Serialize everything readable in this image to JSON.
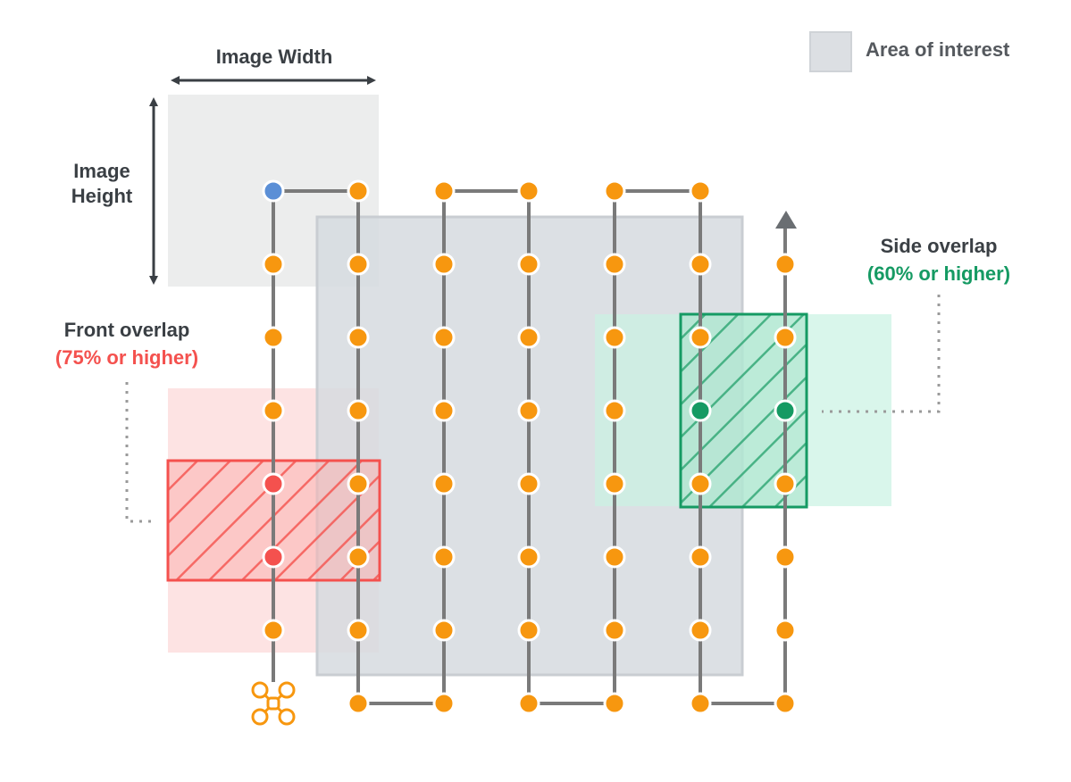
{
  "legend": {
    "label": "Area of interest",
    "swatch_color": "#dcdfe3"
  },
  "labels": {
    "image_width": "Image Width",
    "image_height_line1": "Image",
    "image_height_line2": "Height",
    "front_overlap_title": "Front overlap",
    "front_overlap_value": "(75% or higher)",
    "side_overlap_title": "Side overlap",
    "side_overlap_value": "(60% or higher)"
  },
  "colors": {
    "waypoint": "#f7970f",
    "start_waypoint": "#5b8fd6",
    "front_overlap": "#f4514e",
    "front_overlap_fill": "#fde3e3",
    "side_overlap": "#159a63",
    "side_overlap_fill": "#d6f5e9",
    "path": "#7a7a7a",
    "image_footprint": "#eceded",
    "area_of_interest": "#dcdfe3",
    "drone": "#f7970f"
  },
  "icons": [
    "drone-icon",
    "direction-arrow-icon"
  ],
  "flight_grid": {
    "columns": 7,
    "rows": 8,
    "start_waypoint": "column 1 top",
    "front_overlap_waypoints": "column 1, rows 5-6",
    "side_overlap_waypoints": "columns 6-7, row 4"
  }
}
